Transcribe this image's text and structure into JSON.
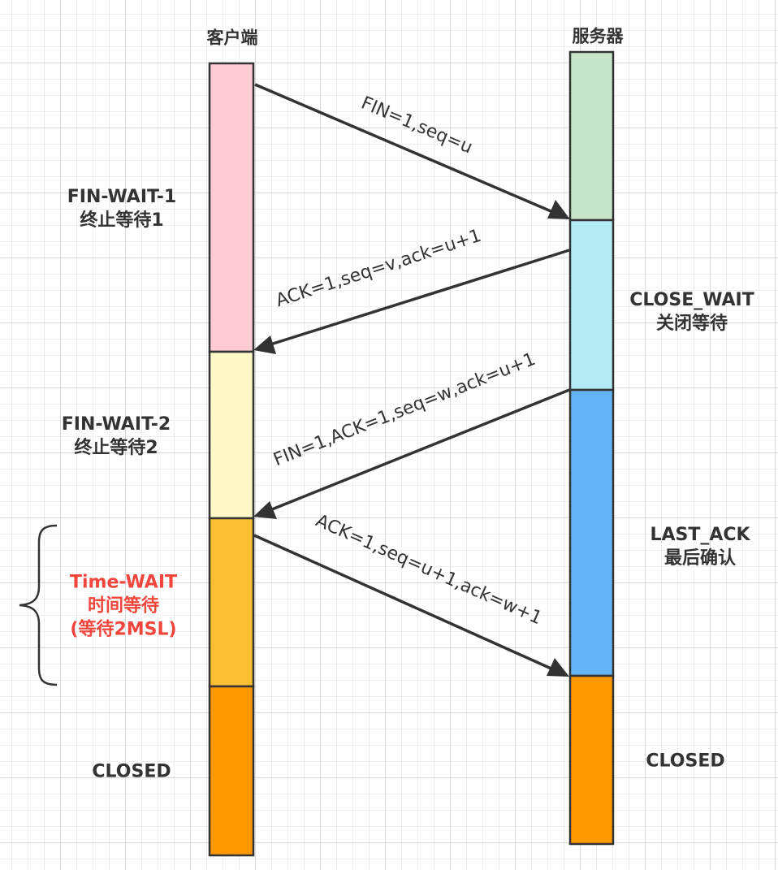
{
  "headers": {
    "client": "客户端",
    "server": "服务器"
  },
  "client_states": [
    {
      "line1": "FIN-WAIT-1",
      "line2": "终止等待1",
      "color": "#ffccd4"
    },
    {
      "line1": "FIN-WAIT-2",
      "line2": "终止等待2",
      "color": "#fdf8c6"
    },
    {
      "line1": "Time-WAIT",
      "line2": "时间等待",
      "line3": "(等待2MSL)",
      "color": "#f8bf32"
    },
    {
      "line1": "CLOSED",
      "color": "#fd9800"
    }
  ],
  "server_states": [
    {
      "color": "#c8e6cb"
    },
    {
      "line1": "CLOSE_WAIT",
      "line2": "关闭等待",
      "color": "#b2ebf3"
    },
    {
      "line1": "LAST_ACK",
      "line2": "最后确认",
      "color": "#64b5f6"
    },
    {
      "line1": "CLOSED",
      "color": "#fd9800"
    }
  ],
  "messages": [
    {
      "text": "FIN=1,seq=u",
      "direction": "client-to-server"
    },
    {
      "text": "ACK=1,seq=v,ack=u+1",
      "direction": "server-to-client"
    },
    {
      "text": "FIN=1,ACK=1,seq=w,ack=u+1",
      "direction": "server-to-client"
    },
    {
      "text": "ACK=1,seq=u+1,ack=w+1",
      "direction": "client-to-server"
    }
  ],
  "colors": {
    "stroke": "#333333",
    "highlight": "#f2463d"
  }
}
